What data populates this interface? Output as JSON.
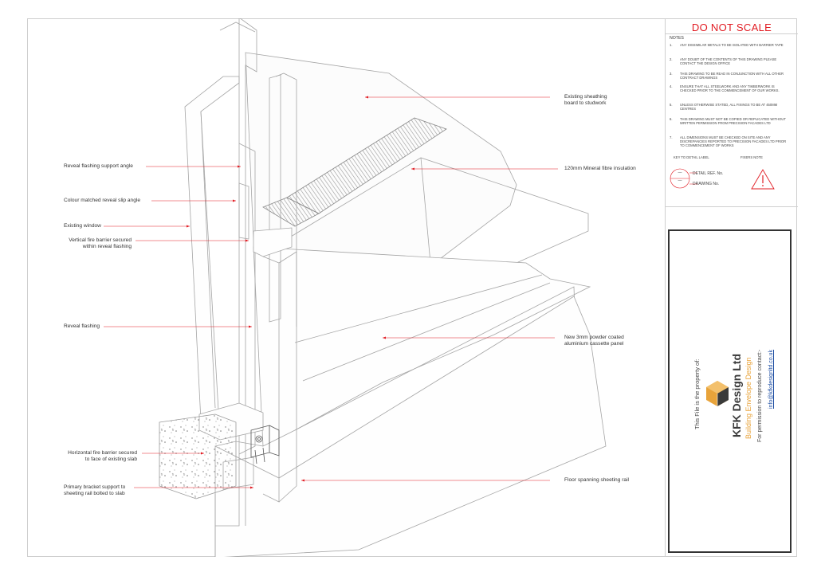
{
  "labels": {
    "reveal_flashing_support_angle": "Reveal flashing support angle",
    "colour_matched_reveal_slip_angle": "Colour matched reveal slip angle",
    "existing_window": "Existing window",
    "vertical_fire_barrier_line1": "Vertical fire barrier secured",
    "vertical_fire_barrier_line2": "within reveal flashing",
    "reveal_flashing": "Reveal flashing",
    "horizontal_fire_barrier_line1": "Horizontal fire barrier secured",
    "horizontal_fire_barrier_line2": "to face of existing slab",
    "primary_bracket_line1": "Primary bracket support to",
    "primary_bracket_line2": "sheeting rail bolted to slab",
    "existing_sheathing_line1": "Existing sheathing",
    "existing_sheathing_line2": "board to studwork",
    "mineral_fibre_insulation": "120mm Mineral fibre insulation",
    "cassette_panel_line1": "New 3mm powder coated",
    "cassette_panel_line2": "aluminium cassette panel",
    "floor_spanning_rail": "Floor spanning sheeting rail"
  },
  "title_block": {
    "do_not_scale": "DO NOT SCALE",
    "notes_heading": "NOTES",
    "notes": [
      {
        "num": "1.",
        "text": "Any dissimilar metals to be isolated with barrier tape"
      },
      {
        "num": "2.",
        "text": "Any doubt of the contents of this drawing please contact the design office"
      },
      {
        "num": "3.",
        "text": "This drawing to be read in conjunction with all other contract drawings"
      },
      {
        "num": "4.",
        "text": "Ensure that all steelwork and any timberwork is checked prior to the commencement of our works."
      },
      {
        "num": "5.",
        "text": "Unless otherwise stated, all fixings to be at 450mm centres"
      },
      {
        "num": "6.",
        "text": "This drawing must not be copied or replicated without written permission from Precision Facades Ltd"
      },
      {
        "num": "7.",
        "text": "All dimensions must be checked on site and any discrepancies reported to Precision Facades Ltd prior to commencement of works"
      }
    ],
    "key_to_detail_label": "KEY TO DETAIL LABEL",
    "fixers_note": "FIXERS NOTE",
    "detail_ref": "DETAIL REF. No.",
    "drawing_no": "DRAWING No.",
    "circle_placeholder": "—"
  },
  "property_box": {
    "line1": "This File is the property of:",
    "company": "KFK Design Ltd",
    "tagline": "Building Envelope Design",
    "permission": "For permission to reproduce contact:-",
    "email": "info@kfkdesignltd.co.uk"
  },
  "colors": {
    "leader_red": "#e11b22",
    "line_grey": "#9a9a9a",
    "brand_orange": "#e8a33a",
    "brand_dark": "#3a3a3a",
    "link_blue": "#1f4fa3"
  }
}
